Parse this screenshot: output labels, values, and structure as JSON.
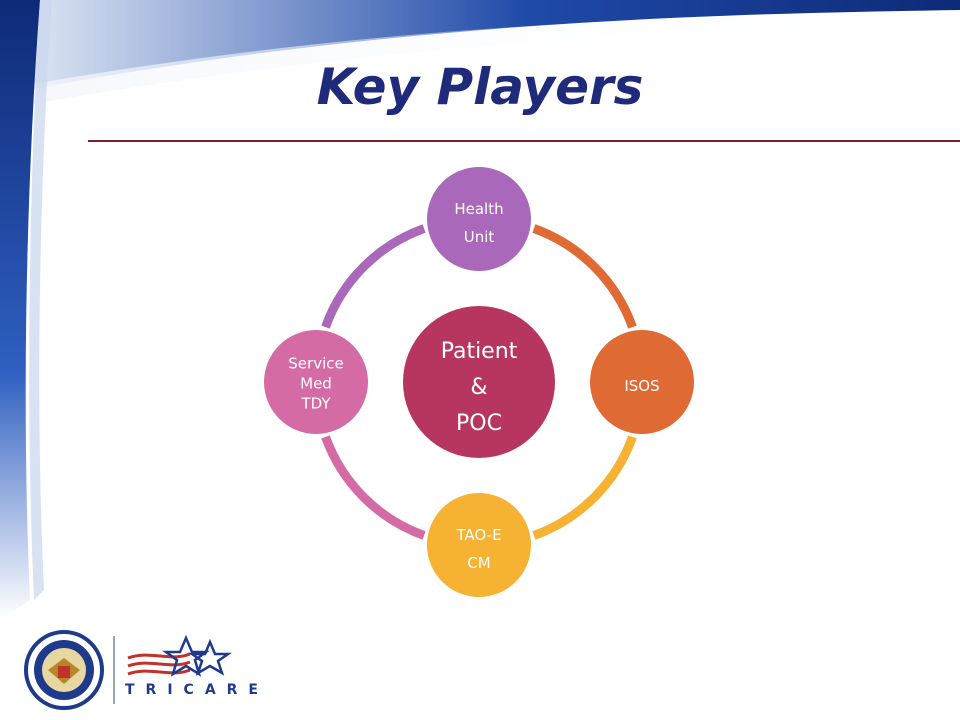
{
  "slide": {
    "title": "Key Players"
  },
  "diagram": {
    "center": {
      "lines": [
        "Patient",
        "&",
        "POC"
      ],
      "color": "#b6365f"
    },
    "nodes": [
      {
        "id": "health-unit",
        "lines": [
          "Health",
          "Unit"
        ],
        "color": "#a968b9"
      },
      {
        "id": "isos",
        "lines": [
          "ISOS"
        ],
        "color": "#e06a33"
      },
      {
        "id": "tao-e-cm",
        "lines": [
          "TAO-E",
          "CM"
        ],
        "color": "#f6b232"
      },
      {
        "id": "service-med-tdy",
        "lines": [
          "Service",
          "Med",
          "TDY"
        ],
        "color": "#d46ba4"
      }
    ]
  },
  "footer": {
    "brand": "TRICARE"
  },
  "colors": {
    "title": "#1f2a7a",
    "rule": "#7a1f2c",
    "navy": "#1f3a8a"
  }
}
